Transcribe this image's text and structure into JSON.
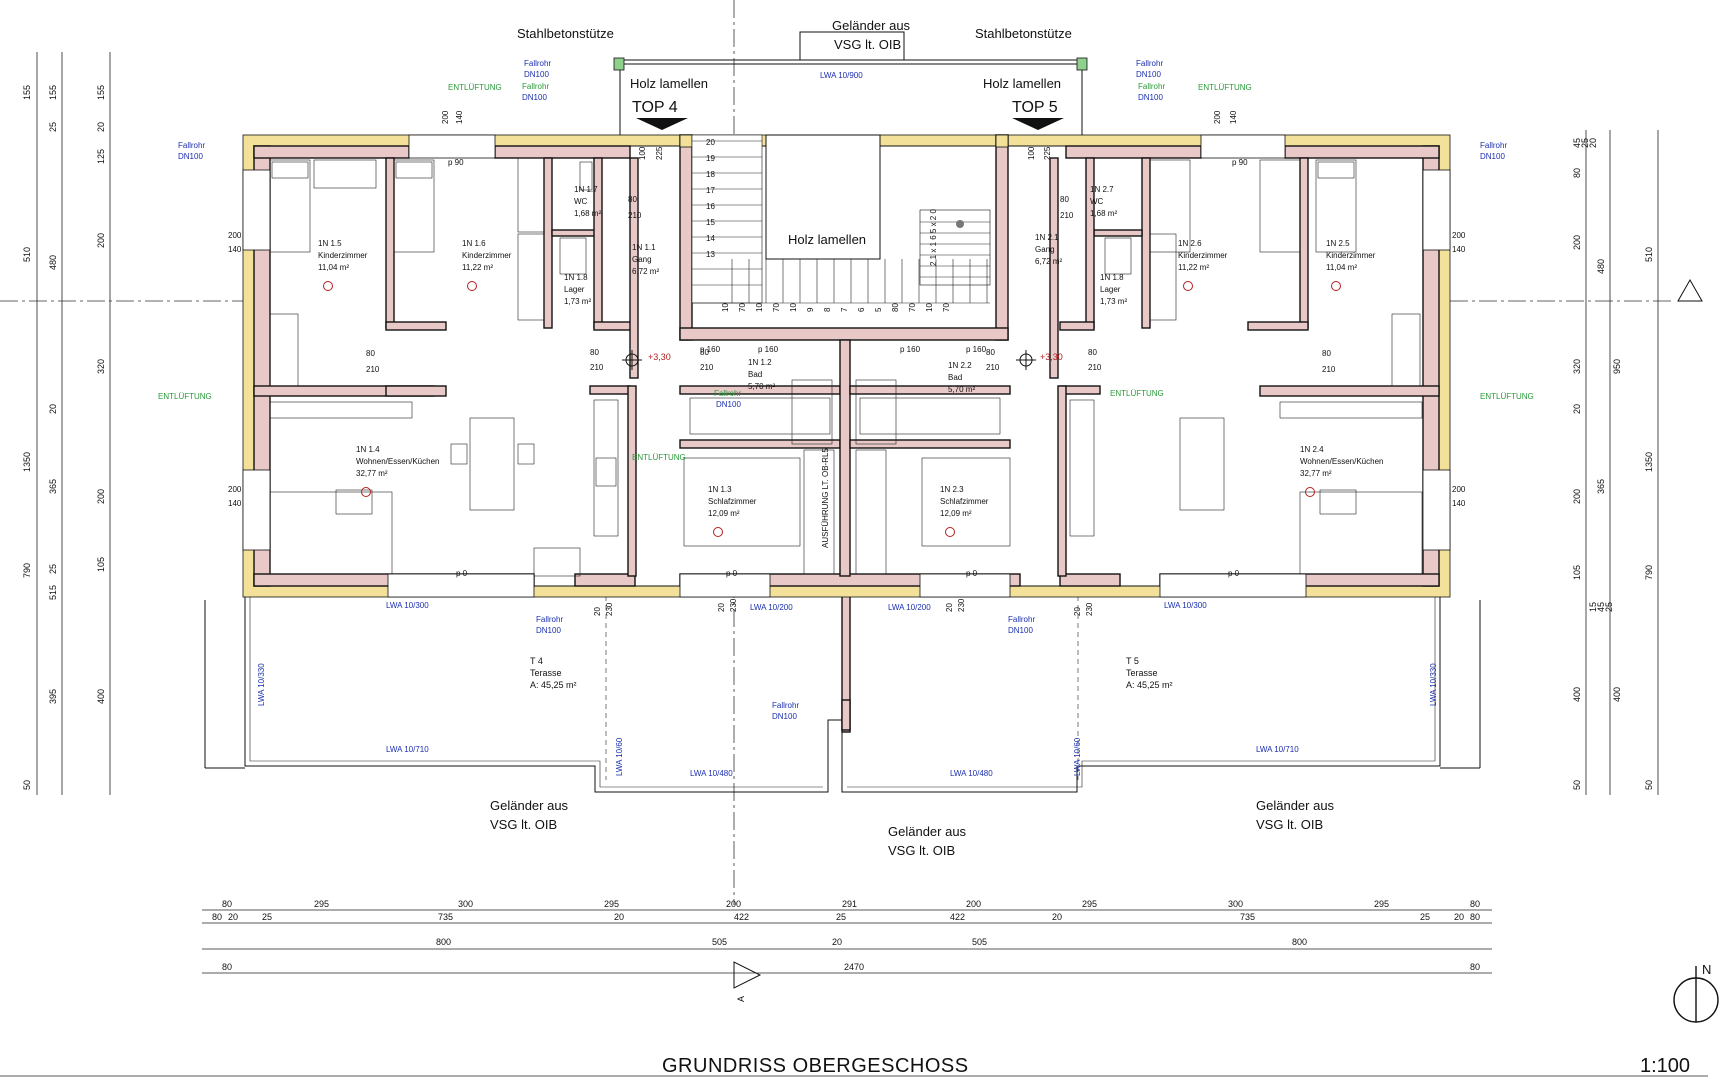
{
  "title": "GRUNDRISS OBERGESCHOSS",
  "scale": "1:100",
  "north": "N",
  "section_mark": "A",
  "annotations": {
    "stahlbeton_left": "Stahlbetonstütze",
    "stahlbeton_right": "Stahlbetonstütze",
    "gelaender_top_1": "Geländer aus",
    "gelaender_top_2": "VSG lt. OIB",
    "holz_left": "Holz lamellen",
    "holz_right": "Holz lamellen",
    "holz_center": "Holz lamellen",
    "top4": "TOP 4",
    "top5": "TOP 5",
    "lwa_top": "LWA 10/900",
    "gelaender_bl_1": "Geländer aus",
    "gelaender_bl_2": "VSG lt. OIB",
    "gelaender_bc_1": "Geländer aus",
    "gelaender_bc_2": "VSG lt. OIB",
    "gelaender_br_1": "Geländer aus",
    "gelaender_br_2": "VSG lt. OIB",
    "level_left": "+3,30",
    "level_right": "+3,30",
    "shaft": "AUSFÜHRUNG LT. OB-RL5",
    "lwa_300_l": "LWA 10/300",
    "lwa_200_l": "LWA 10/200",
    "lwa_200_r": "LWA 10/200",
    "lwa_300_r": "LWA 10/300",
    "lwa_330_l": "LWA 10/330",
    "lwa_330_r": "LWA 10/330",
    "lwa_710_l": "LWA 10/710",
    "lwa_710_r": "LWA 10/710",
    "lwa_480_l": "LWA 10/480",
    "lwa_480_r": "LWA 10/480",
    "lwa_60_l": "LWA 10/60",
    "lwa_60_r": "LWA 10/60"
  },
  "fallrohr": [
    {
      "l1": "Fallrohr",
      "l2": "DN100"
    },
    {
      "l1": "Fallrohr",
      "l2": "DN100"
    },
    {
      "l1": "Fallrohr",
      "l2": "DN100"
    },
    {
      "l1": "Fallrohr",
      "l2": "DN100"
    },
    {
      "l1": "Fallrohr",
      "l2": "DN100"
    },
    {
      "l1": "Fallrohr",
      "l2": "DN100"
    },
    {
      "l1": "Fallrohr",
      "l2": "DN100"
    },
    {
      "l1": "Fallrohr",
      "l2": "DN100"
    },
    {
      "l1": "Fallrohr",
      "l2": "DN100"
    },
    {
      "l1": "Fallrohr",
      "l2": "DN100"
    },
    {
      "l1": "Fallrohr",
      "l2": "DN100"
    }
  ],
  "entlueftung": [
    "ENTLÜFTUNG",
    "ENTLÜFTUNG",
    "ENTLÜFTUNG",
    "ENTLÜFTUNG",
    "ENTLÜFTUNG",
    "ENTLÜFTUNG"
  ],
  "rooms": [
    {
      "id": "1N 1.5",
      "name": "Kinderzimmer",
      "area": "11,04 m²"
    },
    {
      "id": "1N 1.6",
      "name": "Kinderzimmer",
      "area": "11,22 m²"
    },
    {
      "id": "1N 1.7",
      "name": "WC",
      "area": "1,68 m²"
    },
    {
      "id": "1N 1.1",
      "name": "Gang",
      "area": "6,72 m²"
    },
    {
      "id": "1N 1.8",
      "name": "Lager",
      "area": "1,73 m²"
    },
    {
      "id": "1N 1.2",
      "name": "Bad",
      "area": "5,70 m²"
    },
    {
      "id": "1N 1.4",
      "name": "Wohnen/Essen/Küchen",
      "area": "32,77 m²"
    },
    {
      "id": "1N 1.3",
      "name": "Schlafzimmer",
      "area": "12,09 m²"
    },
    {
      "id": "1N 2.2",
      "name": "Bad",
      "area": "5,70 m²"
    },
    {
      "id": "1N 2.3",
      "name": "Schlafzimmer",
      "area": "12,09 m²"
    },
    {
      "id": "1N 2.1",
      "name": "Gang",
      "area": "6,72 m²"
    },
    {
      "id": "1N 2.7",
      "name": "WC",
      "area": "1,68 m²"
    },
    {
      "id": "1N 1.8",
      "name": "Lager",
      "area": "1,73 m²"
    },
    {
      "id": "1N 2.6",
      "name": "Kinderzimmer",
      "area": "11,22 m²"
    },
    {
      "id": "1N 2.5",
      "name": "Kinderzimmer",
      "area": "11,04 m²"
    },
    {
      "id": "1N 2.4",
      "name": "Wohnen/Essen/Küchen",
      "area": "32,77 m²"
    },
    {
      "id": "T 4",
      "name": "Terasse",
      "area": "A: 45,25 m²"
    },
    {
      "id": "T 5",
      "name": "Terasse",
      "area": "A: 45,25 m²"
    }
  ],
  "dims_h": {
    "row1": [
      "80",
      "295",
      "300",
      "295",
      "200",
      "291",
      "200",
      "295",
      "300",
      "295",
      "80"
    ],
    "row2": [
      "80",
      "20",
      "25",
      "735",
      "20",
      "422",
      "25",
      "422",
      "20",
      "735",
      "25",
      "20",
      "80"
    ],
    "row3": [
      "800",
      "505",
      "20",
      "505",
      "800"
    ],
    "row4": [
      "80",
      "2470",
      "80"
    ]
  },
  "dims_v_left": {
    "col1": [
      "155",
      "510",
      "1350",
      "790",
      "50"
    ],
    "col2": [
      "155",
      "25",
      "480",
      "20",
      "365",
      "515",
      "25",
      "395"
    ],
    "col3": [
      "155",
      "20",
      "125",
      "200",
      "320",
      "200",
      "105",
      "400"
    ]
  },
  "dims_v_right": {
    "col1": [
      "45",
      "25",
      "20",
      "80",
      "200",
      "320",
      "20",
      "200",
      "105",
      "15",
      "45",
      "25",
      "400",
      "50"
    ],
    "col2": [
      "480",
      "950",
      "365",
      "400"
    ],
    "col3": [
      "510",
      "1350",
      "790",
      "50"
    ]
  },
  "small_dims": [
    "200",
    "140",
    "200",
    "140",
    "200",
    "140",
    "200",
    "140",
    "80",
    "210",
    "80",
    "210",
    "100",
    "225",
    "p 90",
    "p 90",
    "p 0",
    "p 0",
    "p 0",
    "p 0",
    "p 160",
    "p 160",
    "p 160",
    "p 160",
    "20",
    "230",
    "20",
    "230",
    "20",
    "230",
    "20",
    "230",
    "80",
    "210",
    "80",
    "210",
    "80",
    "210",
    "80",
    "210",
    "80",
    "210",
    "80",
    "210",
    "200",
    "140",
    "200",
    "140",
    "100",
    "225"
  ],
  "stair": {
    "steps_left": [
      "20",
      "19",
      "18",
      "17",
      "16",
      "15",
      "14",
      "13"
    ],
    "steps_bottom": [
      "10",
      "70",
      "10",
      "70",
      "10",
      "9",
      "8",
      "7",
      "6",
      "5",
      "80",
      "70",
      "10",
      "70"
    ],
    "steps_right": [
      "2 1 x 1 6 5 x 2 0"
    ]
  }
}
